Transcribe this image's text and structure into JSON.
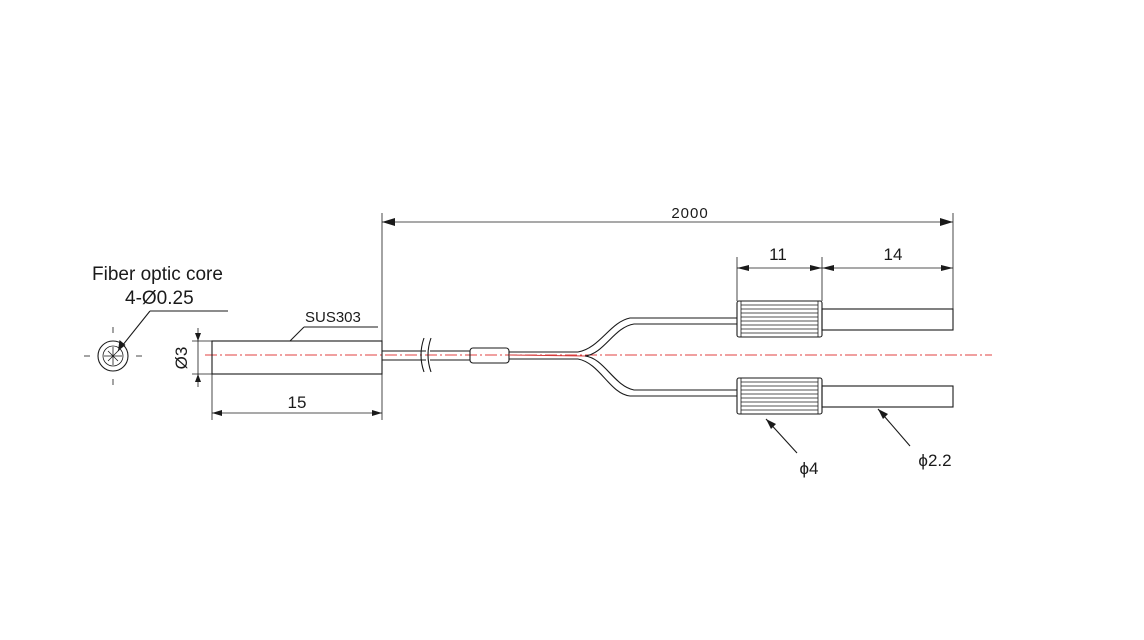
{
  "labels": {
    "core_title": "Fiber optic core",
    "core_spec": "4-Ø0.25",
    "material": "SUS303",
    "probe_diameter": "Ø3",
    "probe_length": "15",
    "cable_length": "2000",
    "connector_length": "11",
    "tip_length": "14",
    "connector_diameter": "ϕ4",
    "tip_diameter": "ϕ2.2"
  },
  "colors": {
    "line": "#1a1a1a",
    "centerline": "#e04040",
    "background": "#ffffff"
  }
}
